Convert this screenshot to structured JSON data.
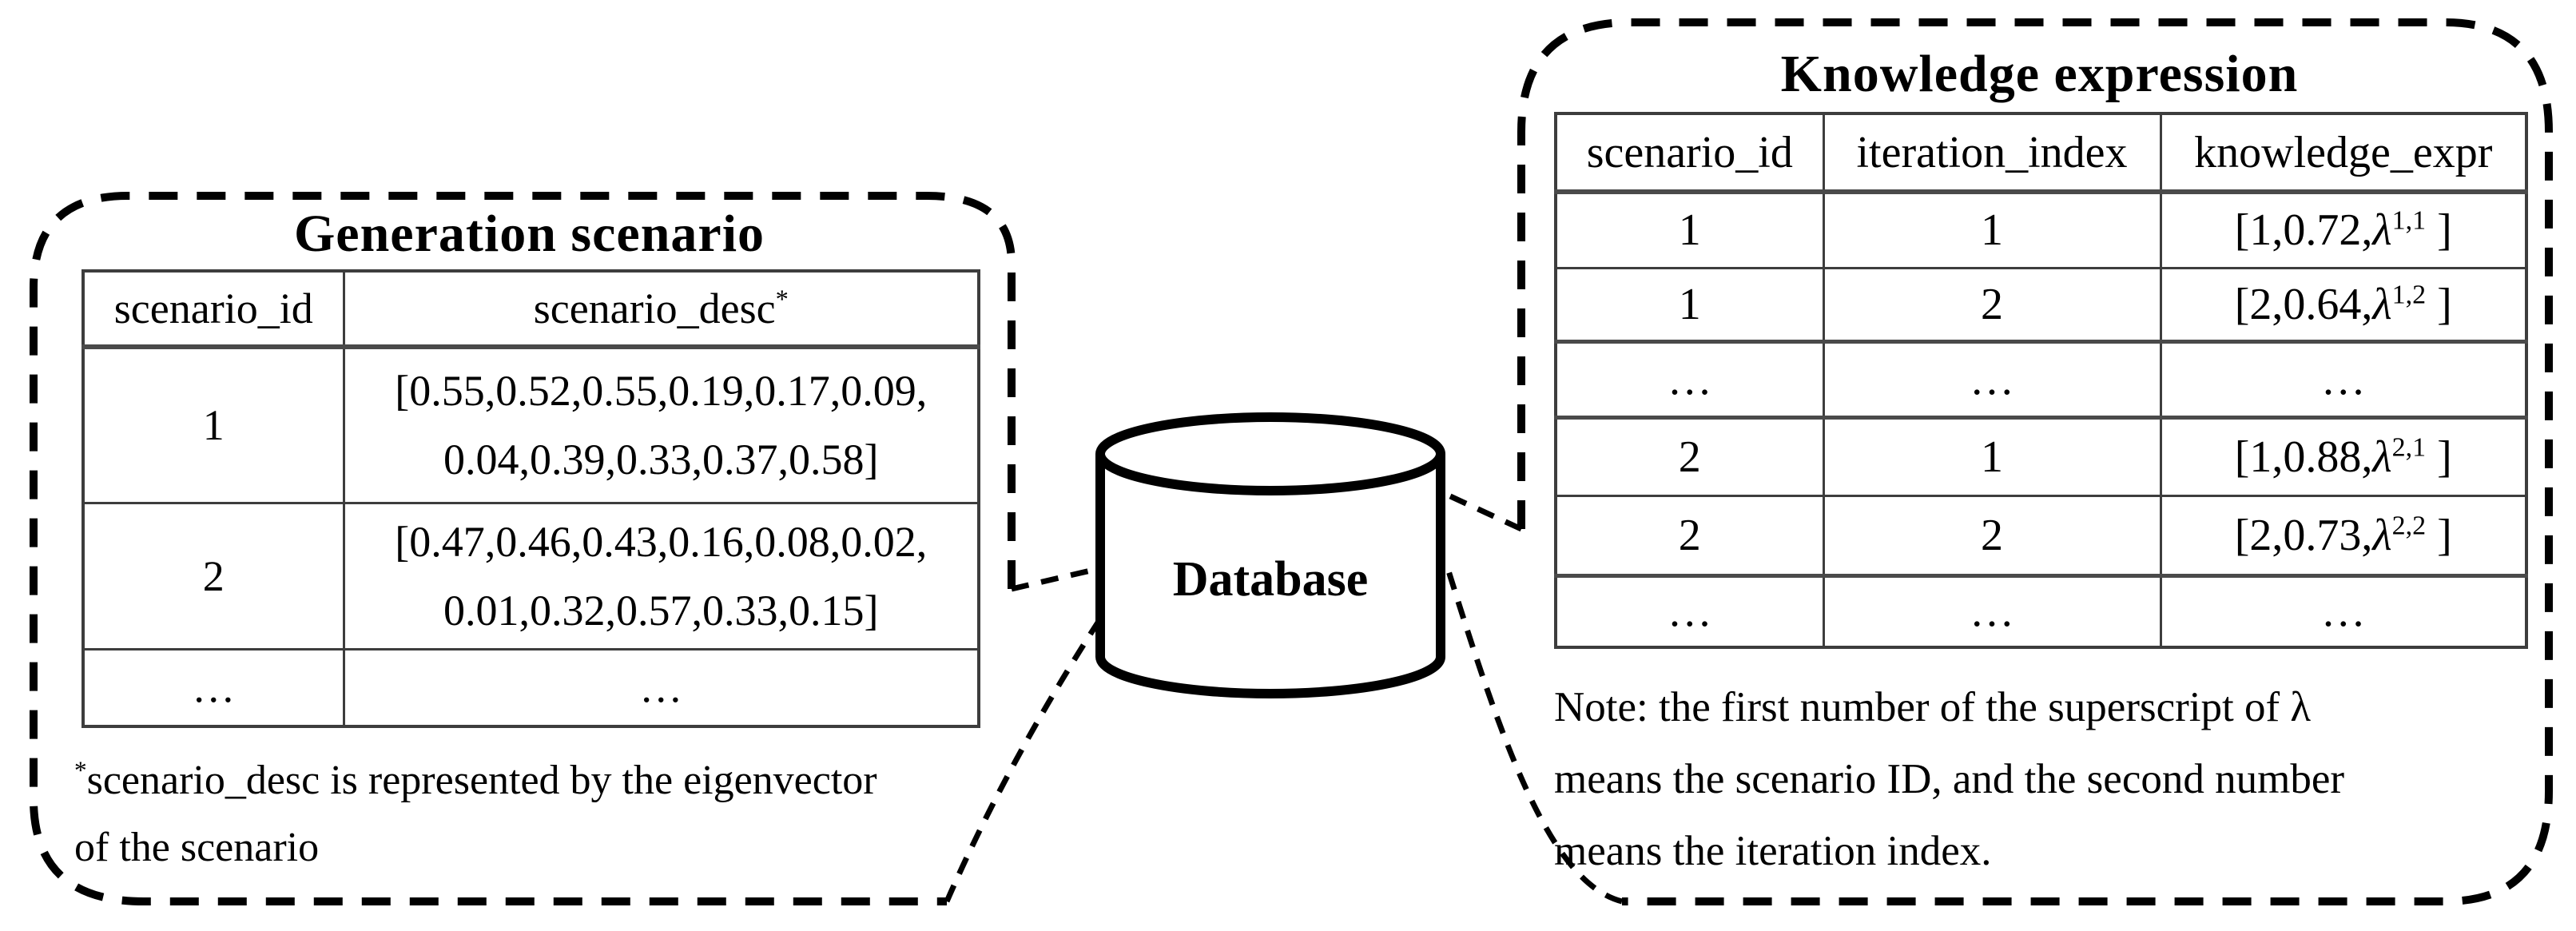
{
  "left_bubble": {
    "title": "Generation scenario",
    "table": {
      "col1_header": "scenario_id",
      "col2_header": "scenario_desc",
      "col2_header_sup": "*",
      "rows": [
        {
          "id": "1",
          "desc_lines": [
            "[0.55,0.52,0.55,0.19,0.17,0.09,",
            "0.04,0.39,0.33,0.37,0.58]"
          ]
        },
        {
          "id": "2",
          "desc_lines": [
            "[0.47,0.46,0.43,0.16,0.08,0.02,",
            "0.01,0.32,0.57,0.33,0.15]"
          ]
        },
        {
          "id": "…",
          "desc_lines": [
            "…"
          ]
        }
      ]
    },
    "footnote_sup": "*",
    "footnote_lines": [
      "scenario_desc is represented by the eigenvector",
      "of the scenario"
    ]
  },
  "database": {
    "label": "Database"
  },
  "right_bubble": {
    "title": "Knowledge expression",
    "table": {
      "headers": [
        "scenario_id",
        "iteration_index",
        "knowledge_expr"
      ],
      "rows": [
        {
          "scenario_id": "1",
          "iteration_index": "1",
          "expr": {
            "head": "[1,0.72,",
            "lambda": "λ",
            "sup": "1,1",
            "tail": " ]"
          }
        },
        {
          "scenario_id": "1",
          "iteration_index": "2",
          "expr": {
            "head": "[2,0.64,",
            "lambda": "λ",
            "sup": "1,2",
            "tail": " ]"
          }
        },
        {
          "scenario_id": "…",
          "iteration_index": "…",
          "expr": {
            "head": "…",
            "lambda": "",
            "sup": "",
            "tail": ""
          }
        },
        {
          "scenario_id": "2",
          "iteration_index": "1",
          "expr": {
            "head": "[1,0.88,",
            "lambda": "λ",
            "sup": "2,1",
            "tail": " ]"
          }
        },
        {
          "scenario_id": "2",
          "iteration_index": "2",
          "expr": {
            "head": "[2,0.73,",
            "lambda": "λ",
            "sup": "2,2",
            "tail": " ]"
          }
        },
        {
          "scenario_id": "…",
          "iteration_index": "…",
          "expr": {
            "head": "…",
            "lambda": "",
            "sup": "",
            "tail": ""
          }
        }
      ]
    },
    "note_lines": [
      "Note: the first number of the superscript of  λ",
      "means the scenario ID, and the second number",
      "means the iteration index."
    ]
  }
}
